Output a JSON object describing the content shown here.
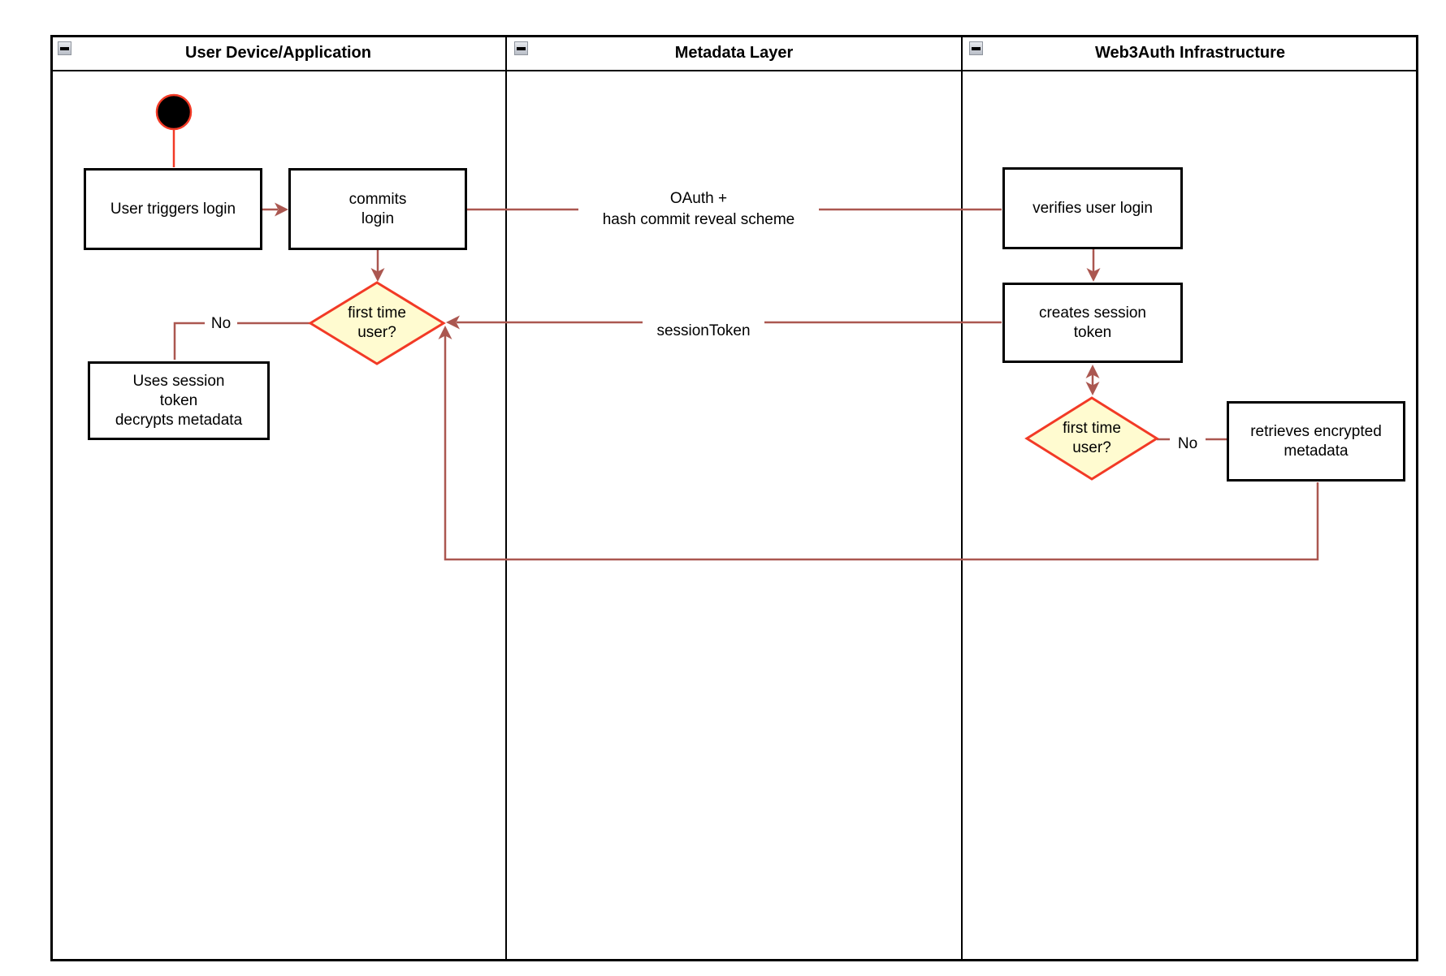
{
  "lanes": [
    {
      "title": "User Device/Application"
    },
    {
      "title": "Metadata Layer"
    },
    {
      "title": "Web3Auth Infrastructure"
    }
  ],
  "nodes": {
    "start": {
      "type": "initial-state"
    },
    "user_triggers_login": {
      "label": "User triggers login"
    },
    "commits_login": {
      "label": "commits\nlogin"
    },
    "first_time_user_device": {
      "label": "first time\nuser?"
    },
    "uses_session_token": {
      "label": "Uses session\ntoken\ndecrypts metadata"
    },
    "verifies_user_login": {
      "label": "verifies user login"
    },
    "creates_session_token": {
      "label": "creates session\ntoken"
    },
    "first_time_user_infra": {
      "label": "first time\nuser?"
    },
    "retrieves_encrypted_metadata": {
      "label": "retrieves encrypted\nmetadata"
    }
  },
  "edge_labels": {
    "oauth": {
      "label": "OAuth +\nhash commit reveal scheme"
    },
    "session_token": {
      "label": "sessionToken"
    },
    "no_device": {
      "label": "No"
    },
    "no_infra": {
      "label": "No"
    }
  },
  "icons": {
    "collapse": "minus-icon"
  },
  "colors": {
    "node_stroke": "#000000",
    "edge": "#ab5750",
    "decision_stroke": "#f23a26",
    "decision_fill": "#fffbd0",
    "start_fill": "#000000"
  }
}
